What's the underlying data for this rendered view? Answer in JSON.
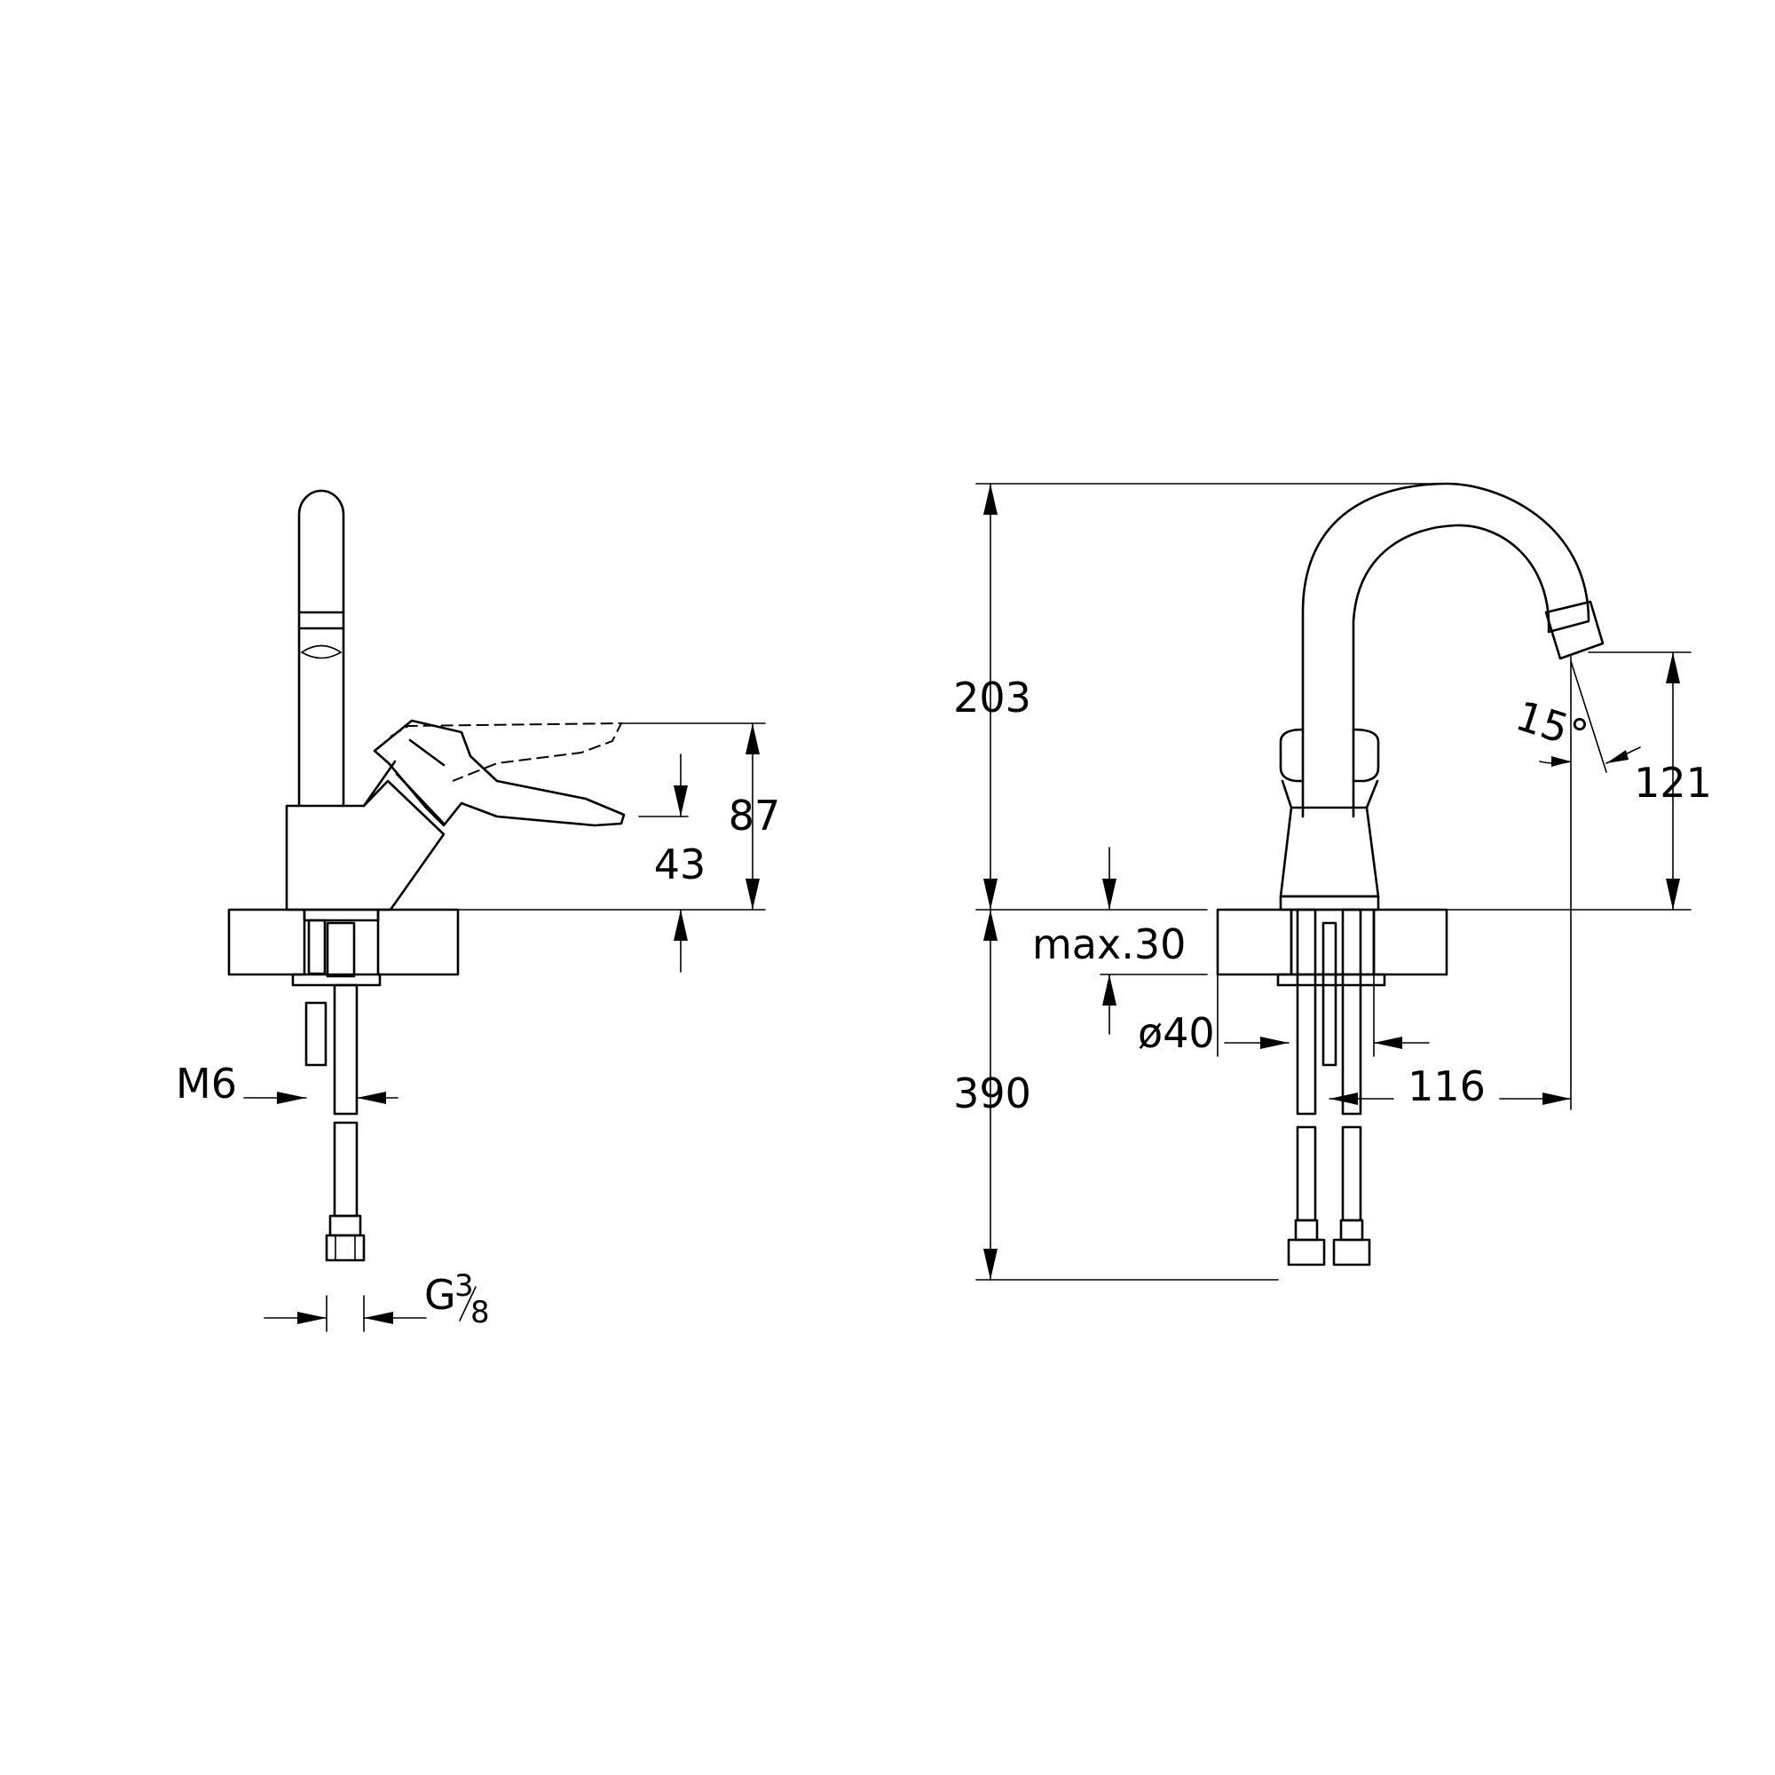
{
  "dimensions": {
    "left_view": {
      "handle_height": "87",
      "handle_lift": "43",
      "stud_thread": "M6",
      "connection_thread_prefix": "G",
      "connection_thread_num": "3",
      "connection_thread_den": "8"
    },
    "right_view": {
      "total_height_above_deck": "203",
      "hose_length": "390",
      "max_deck_thickness": "max.30",
      "hole_diameter": "ø40",
      "spout_reach": "116",
      "outlet_height": "121",
      "swivel_angle": "15°"
    }
  },
  "colors": {
    "line": "#000000",
    "background": "#ffffff"
  }
}
